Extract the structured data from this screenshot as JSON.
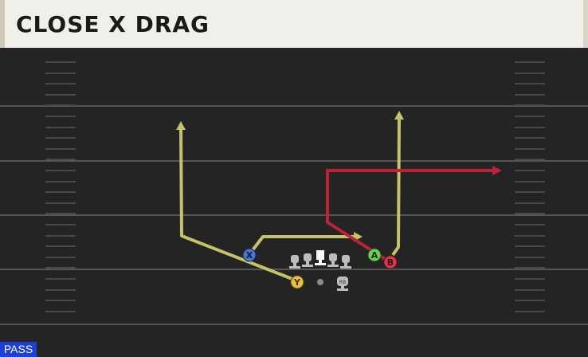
{
  "play": {
    "title": "CLOSE X DRAG",
    "play_type": "PASS"
  },
  "players": {
    "x_label": "X",
    "y_label": "Y",
    "a_label": "A",
    "b_label": "B",
    "rb_label": "RB"
  },
  "colors": {
    "field": "#242424",
    "yard_lines": "#555555",
    "hash_marks": "#4a4a4a",
    "route_yellow": "#c5c36a",
    "route_red": "#c0213a",
    "x_icon": "#4a78d0",
    "y_icon": "#e7c13e",
    "a_icon": "#6ccf5a",
    "b_icon": "#d8394f",
    "linemen": "#bdbdbd",
    "center": "#ffffff",
    "pass_badge": "#1c3fd6"
  },
  "icons": [
    "arrow-head-icon",
    "lineman-icon",
    "rb-icon",
    "qb-dot-icon"
  ]
}
